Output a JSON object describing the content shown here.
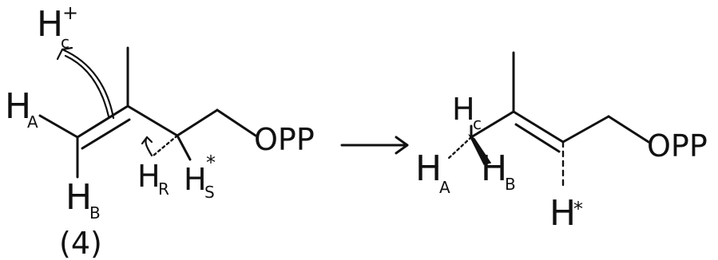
{
  "reactant": {
    "hc_plus": {
      "atom": "H",
      "sub": "c",
      "sup": "+"
    },
    "ha": {
      "atom": "H",
      "sub": "A"
    },
    "hb": {
      "atom": "H",
      "sub": "B"
    },
    "hr": {
      "atom": "H",
      "sub": "R"
    },
    "hs": {
      "atom": "H",
      "sub": "S",
      "sup": "*"
    },
    "opp": "OPP",
    "compound_number": "(4)"
  },
  "product": {
    "hc": {
      "atom": "H",
      "sub": "c"
    },
    "ha": {
      "atom": "H",
      "sub": "A"
    },
    "hb": {
      "atom": "H",
      "sub": "B"
    },
    "hstar": {
      "atom": "H",
      "sup": "*"
    },
    "opp": "OPP"
  },
  "arrow_symbol": "→"
}
